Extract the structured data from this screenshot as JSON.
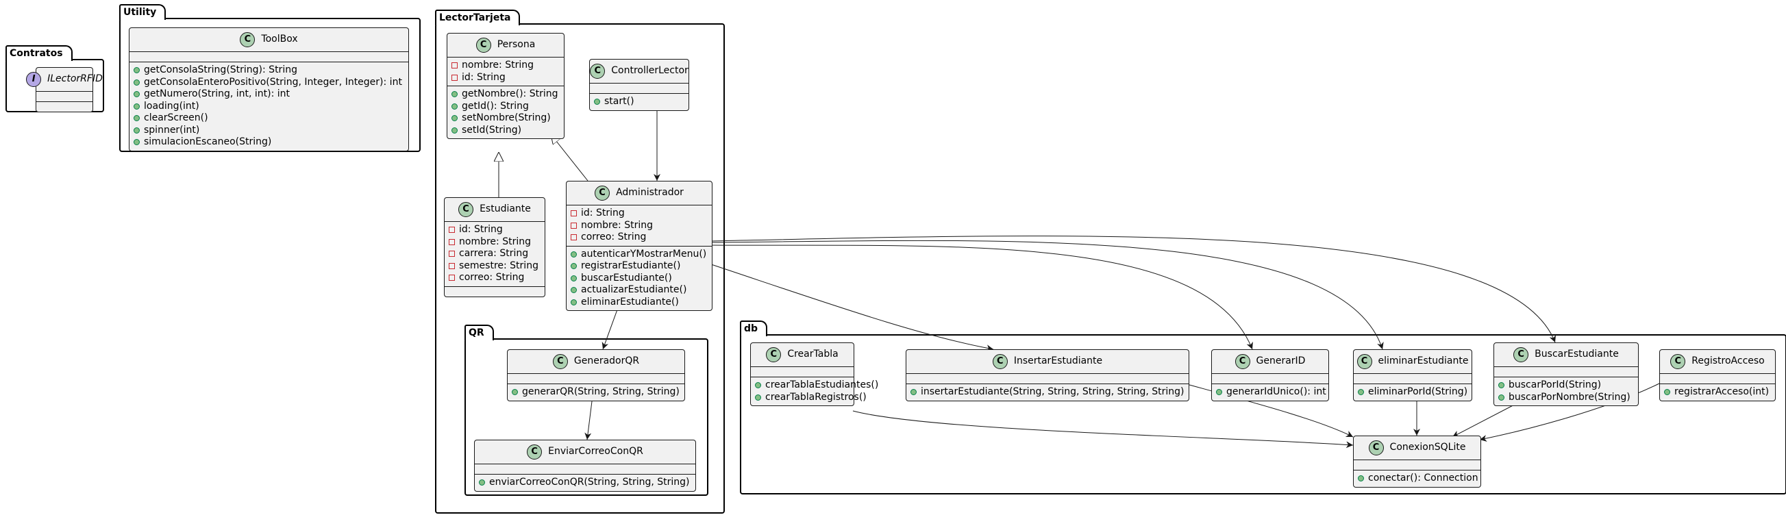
{
  "packages": {
    "contratos": "Contratos",
    "utility": "Utility",
    "lector": "LectorTarjeta",
    "qr": "QR",
    "db": "db"
  },
  "classes": {
    "ilector": {
      "stereo": "I",
      "name": "ILectorRFID",
      "fields": [],
      "methods": []
    },
    "toolbox": {
      "stereo": "C",
      "name": "ToolBox",
      "fields": [],
      "methods": [
        "getConsolaString(String): String",
        "getConsolaEnteroPositivo(String, Integer, Integer): int",
        "getNumero(String, int, int): int",
        "loading(int)",
        "clearScreen()",
        "spinner(int)",
        "simulacionEscaneo(String)"
      ]
    },
    "persona": {
      "stereo": "C",
      "name": "Persona",
      "fields": [
        "nombre: String",
        "id: String"
      ],
      "methods": [
        "getNombre(): String",
        "getId(): String",
        "setNombre(String)",
        "setId(String)"
      ]
    },
    "controller": {
      "stereo": "C",
      "name": "ControllerLector",
      "fields": [],
      "methods": [
        "start()"
      ]
    },
    "estudiante": {
      "stereo": "C",
      "name": "Estudiante",
      "fields": [
        "id: String",
        "nombre: String",
        "carrera: String",
        "semestre: String",
        "correo: String"
      ],
      "methods": []
    },
    "admin": {
      "stereo": "C",
      "name": "Administrador",
      "fields": [
        "id: String",
        "nombre: String",
        "correo: String"
      ],
      "methods": [
        "autenticarYMostrarMenu()",
        "registrarEstudiante()",
        "buscarEstudiante()",
        "actualizarEstudiante()",
        "eliminarEstudiante()"
      ]
    },
    "generadorqr": {
      "stereo": "C",
      "name": "GeneradorQR",
      "fields": [],
      "methods": [
        "generarQR(String, String, String)"
      ]
    },
    "enviarcorreo": {
      "stereo": "C",
      "name": "EnviarCorreoConQR",
      "fields": [],
      "methods": [
        "enviarCorreoConQR(String, String, String)"
      ]
    },
    "creartabla": {
      "stereo": "C",
      "name": "CrearTabla",
      "fields": [],
      "methods": [
        "crearTablaEstudiantes()",
        "crearTablaRegistros()"
      ]
    },
    "insertar": {
      "stereo": "C",
      "name": "InsertarEstudiante",
      "fields": [],
      "methods": [
        "insertarEstudiante(String, String, String, String, String)"
      ]
    },
    "generarid": {
      "stereo": "C",
      "name": "GenerarID",
      "fields": [],
      "methods": [
        "generarIdUnico(): int"
      ]
    },
    "eliminar": {
      "stereo": "C",
      "name": "eliminarEstudiante",
      "fields": [],
      "methods": [
        "eliminarPorId(String)"
      ]
    },
    "buscar": {
      "stereo": "C",
      "name": "BuscarEstudiante",
      "fields": [],
      "methods": [
        "buscarPorId(String)",
        "buscarPorNombre(String)"
      ]
    },
    "registro": {
      "stereo": "C",
      "name": "RegistroAcceso",
      "fields": [],
      "methods": [
        "registrarAcceso(int)"
      ]
    },
    "conexion": {
      "stereo": "C",
      "name": "ConexionSQLite",
      "fields": [],
      "methods": [
        "conectar(): Connection"
      ]
    }
  },
  "colors": {
    "class_fill": "#f1f1f1",
    "class_border": "#181818",
    "class_circle": "#add1b2",
    "interface_circle": "#b4a7e5",
    "public_member": "#84be84",
    "private_member": "#c82930"
  }
}
